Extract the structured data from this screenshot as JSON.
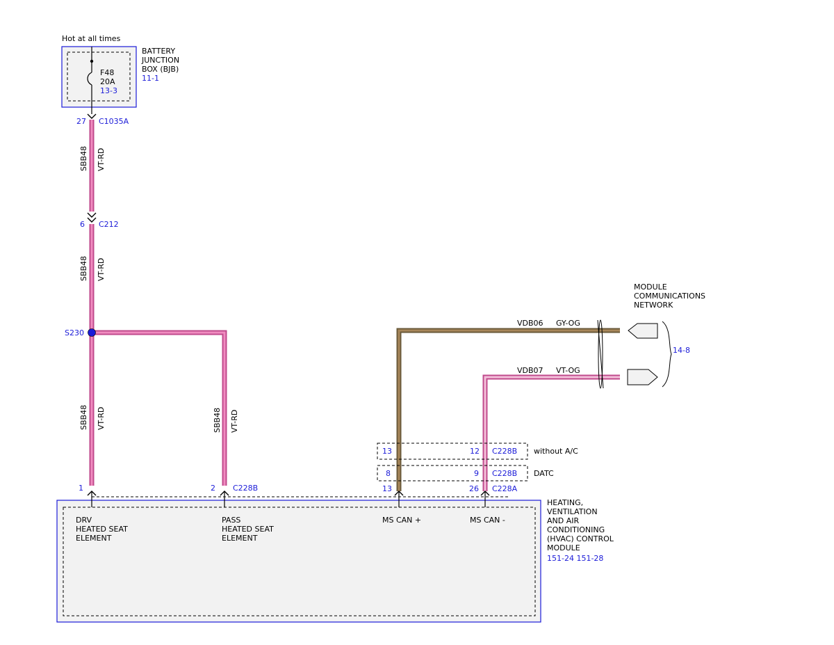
{
  "colors": {
    "wire_vt_rd_outer": "#c04a8c",
    "wire_vt_rd_inner": "#f08cc0",
    "wire_gy_og_outer": "#6a5a3a",
    "wire_gy_og_inner": "#a8875a",
    "module_border": "#1a1ad8",
    "module_fill": "#f2f2f2",
    "ref_text": "#1a1ad8"
  },
  "bjb": {
    "hot_label": "Hot at all times",
    "name_lines": [
      "BATTERY",
      "JUNCTION",
      "BOX (BJB)"
    ],
    "ref": "11-1",
    "fuse_id": "F48",
    "fuse_rating": "20A",
    "fuse_ref": "13-3"
  },
  "connectors": {
    "c1035a": {
      "pin": "27",
      "name": "C1035A"
    },
    "c212": {
      "pin": "6",
      "name": "C212"
    },
    "splice": {
      "name": "S230"
    },
    "hvac_pin1": {
      "pin": "1"
    },
    "hvac_pin2": {
      "pin": "2",
      "name": "C228B"
    },
    "hvac_pin13": {
      "pin": "13"
    },
    "hvac_pin26": {
      "pin": "26",
      "name": "C228A"
    },
    "without_ac": {
      "pin_left": "13",
      "pin_right": "12",
      "name": "C228B",
      "label": "without A/C"
    },
    "datc": {
      "pin_left": "8",
      "pin_right": "9",
      "name": "C228B",
      "label": "DATC"
    }
  },
  "wires": {
    "segment1": {
      "circuit": "SBB48",
      "color": "VT-RD"
    },
    "segment2": {
      "circuit": "SBB48",
      "color": "VT-RD"
    },
    "segment3": {
      "circuit": "SBB48",
      "color": "VT-RD"
    },
    "segment4": {
      "circuit": "SBB48",
      "color": "VT-RD"
    },
    "can_high": {
      "circuit": "VDB06",
      "color": "GY-OG"
    },
    "can_low": {
      "circuit": "VDB07",
      "color": "VT-OG"
    }
  },
  "network": {
    "name_lines": [
      "MODULE",
      "COMMUNICATIONS",
      "NETWORK"
    ],
    "ref": "14-8"
  },
  "hvac": {
    "name_lines": [
      "HEATING,",
      "VENTILATION",
      "AND AIR",
      "CONDITIONING",
      "(HVAC) CONTROL",
      "MODULE"
    ],
    "refs": "151-24  151-28",
    "drv_lines": [
      "DRV",
      "HEATED SEAT",
      "ELEMENT"
    ],
    "pass_lines": [
      "PASS",
      "HEATED SEAT",
      "ELEMENT"
    ],
    "can_plus": "MS CAN +",
    "can_minus": "MS CAN -"
  }
}
